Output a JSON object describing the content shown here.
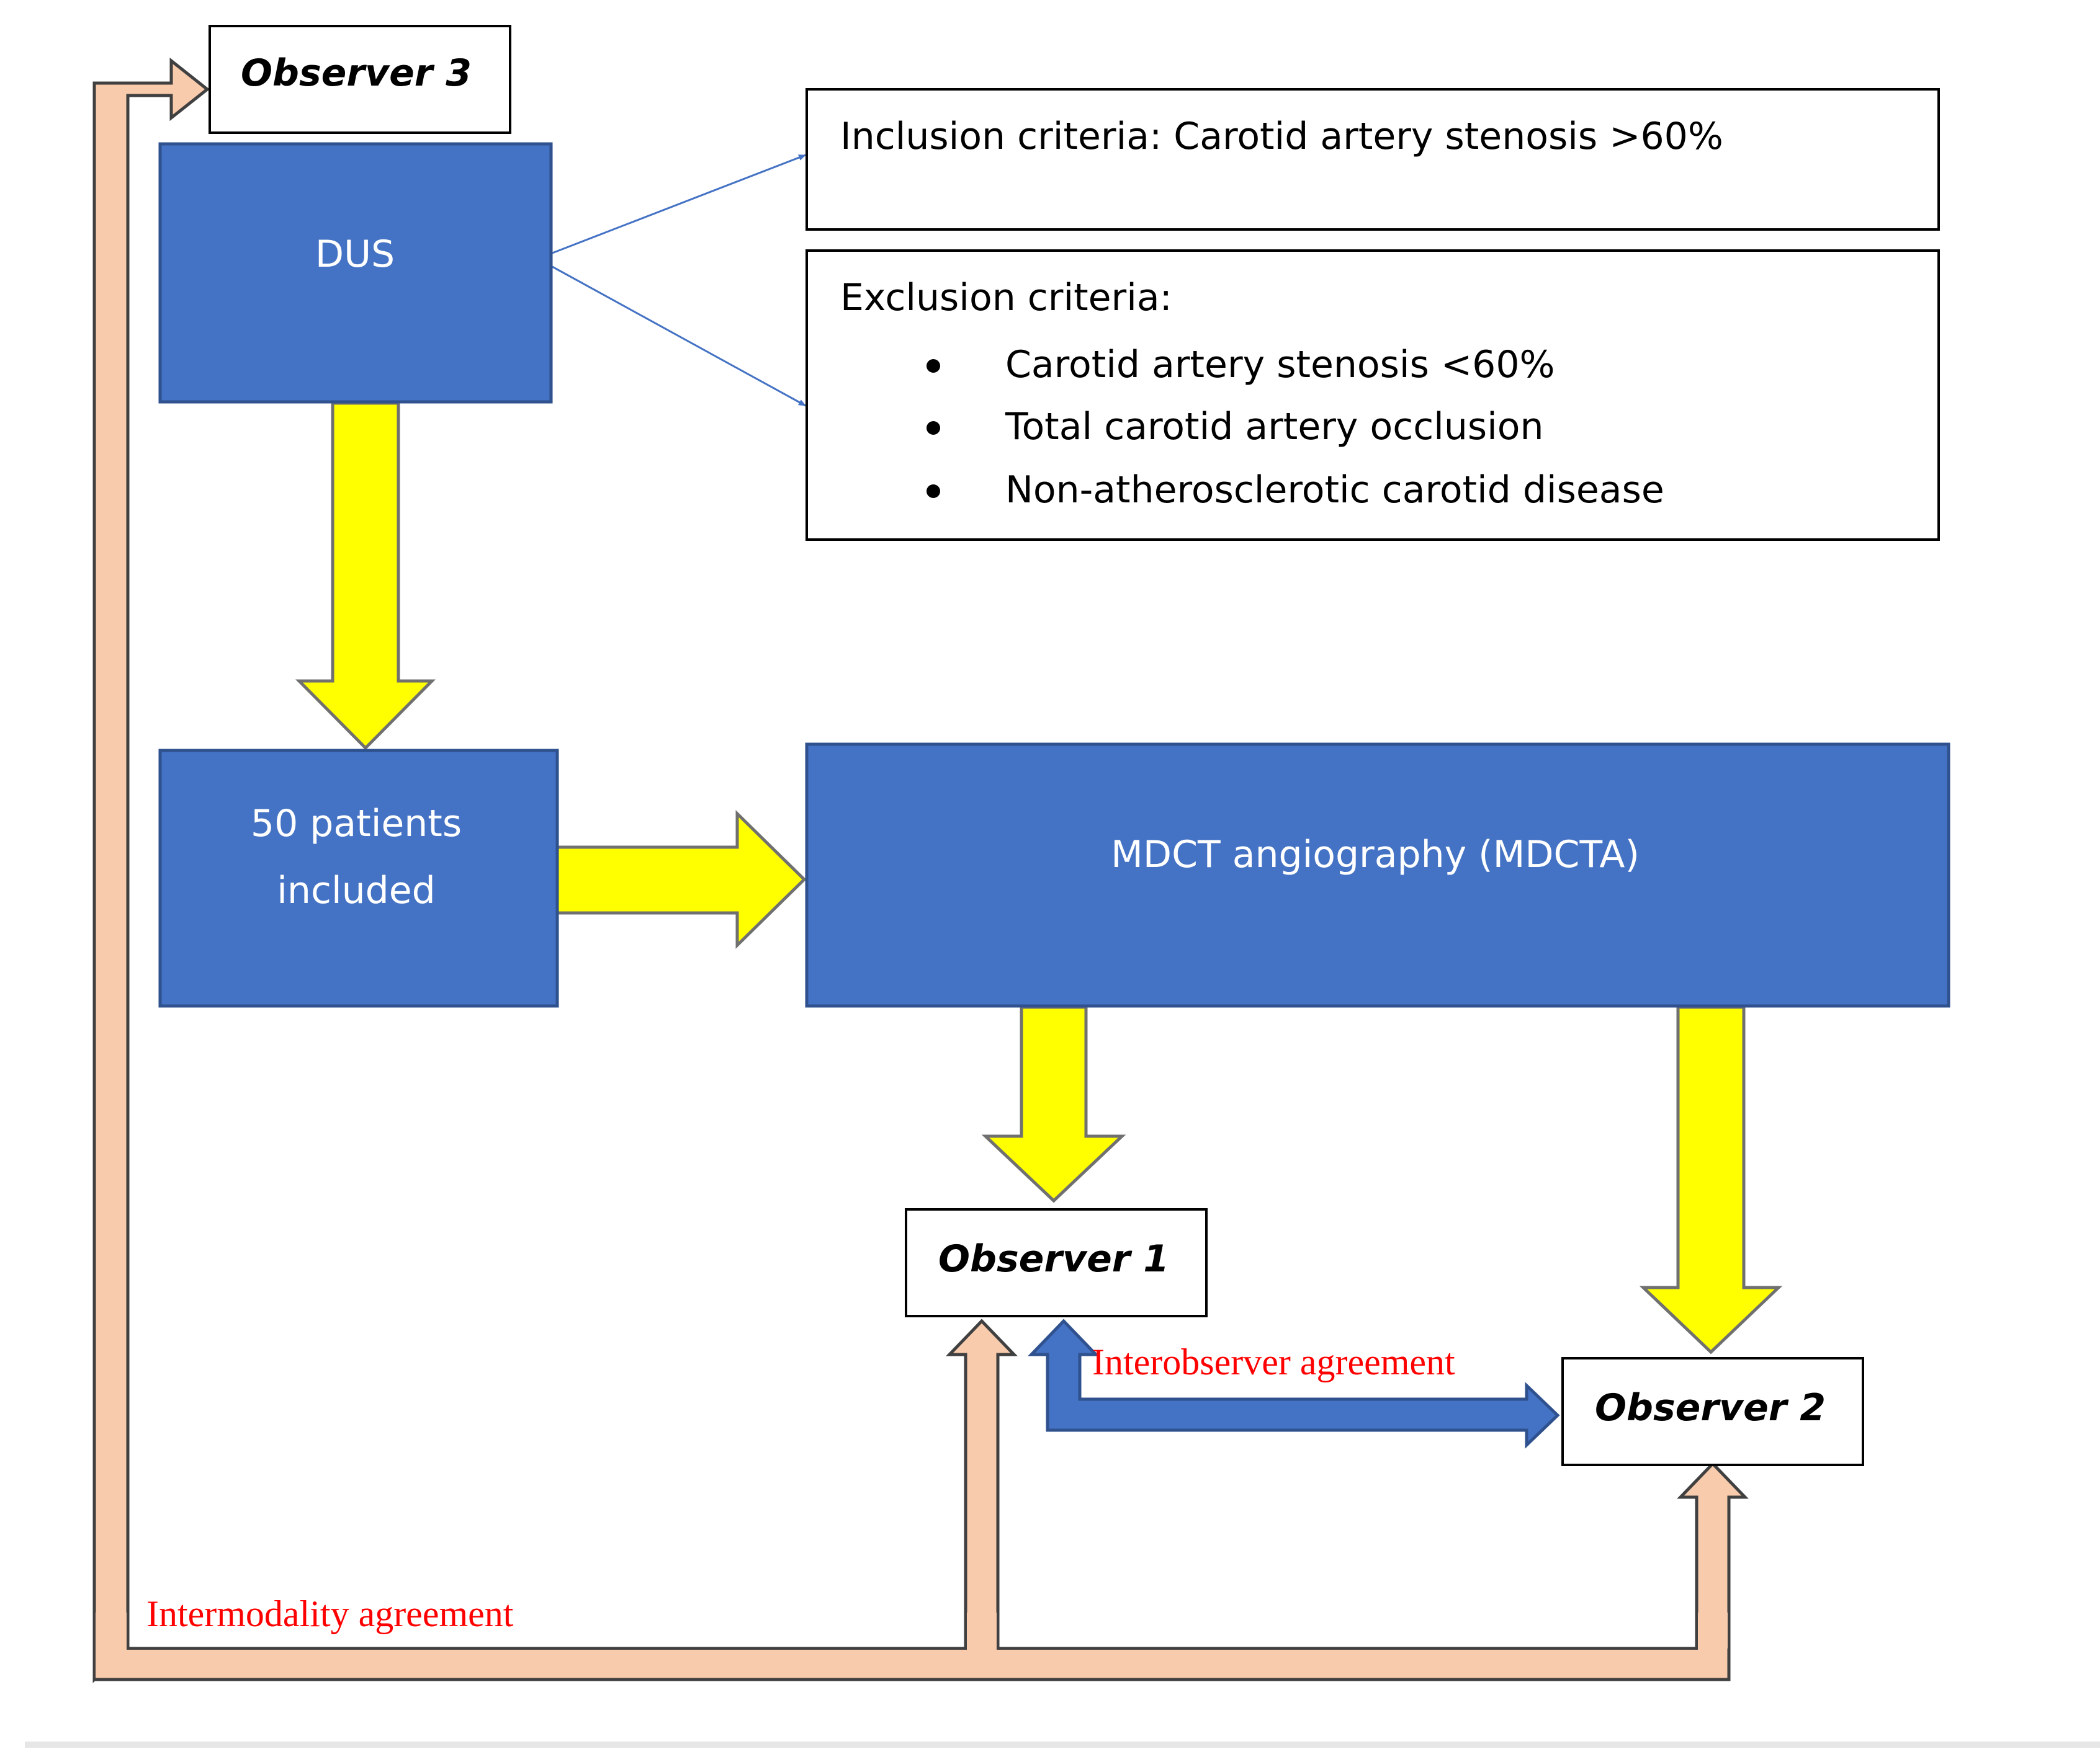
{
  "diagram": {
    "colors": {
      "box_blue": "#4472c4",
      "box_border": "#2f528f",
      "arrow_yellow": "#ffff00",
      "arrow_peach": "#f8cbad",
      "label_red": "#ff0000",
      "thin_arrow": "#4472c4"
    },
    "nodes": {
      "observer3": "Observer 3",
      "dus": "DUS",
      "inclusion": "Inclusion criteria: Carotid artery stenosis >60%",
      "exclusion_title": "Exclusion criteria:",
      "exclusion_items": [
        "Carotid artery stenosis <60%",
        "Total carotid artery occlusion",
        "Non-atherosclerotic carotid disease"
      ],
      "patients_line1": "50 patients",
      "patients_line2": "included",
      "mdcta": "MDCT angiography (MDCTA)",
      "observer1": "Observer 1",
      "observer2": "Observer 2"
    },
    "labels": {
      "interobserver": "Interobserver agreement",
      "intermodality": "Intermodality agreement"
    }
  }
}
